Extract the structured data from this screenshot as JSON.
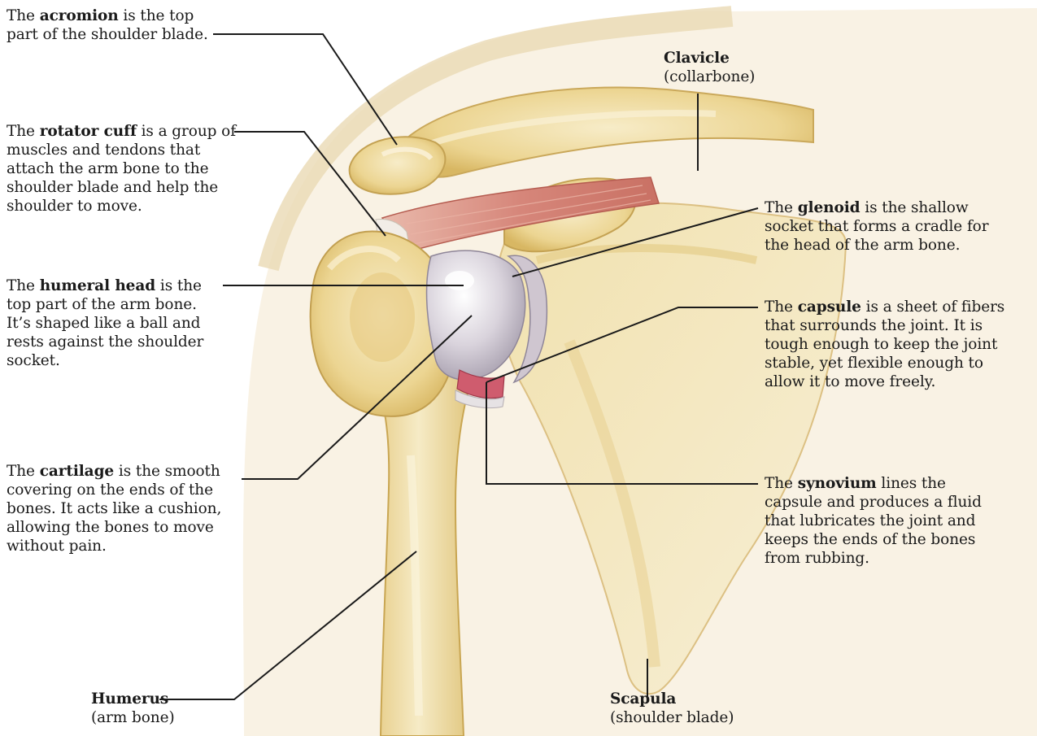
{
  "colors": {
    "bone": "#ecd89c",
    "bone_light": "#f5eac6",
    "bone_shadow": "#c9a955",
    "cartilage": "#d9d4dc",
    "muscle": "#d88a7c",
    "leader": "#1a1a1a"
  },
  "labels": {
    "acromion": {
      "pre": "The ",
      "term": "acromion",
      "text": " is the top part of the shoulder blade."
    },
    "rotator": {
      "pre": "The ",
      "term": "rotator cuff",
      "text": " is a group of muscles and tendons that attach the arm bone to the shoulder blade and help the shoulder to move."
    },
    "humeral": {
      "pre": "The ",
      "term": "humeral head",
      "text": " is the top part of the arm bone. It’s shaped like a ball and rests against the shoulder socket."
    },
    "cartilage": {
      "pre": "The ",
      "term": "cartilage",
      "text": " is the smooth covering on the ends of the bones. It acts like a cushion, allowing the bones to move without pain."
    },
    "humerus": {
      "term": "Humerus",
      "sub": "(arm bone)"
    },
    "clavicle": {
      "term": "Clavicle",
      "sub": "(collarbone)"
    },
    "glenoid": {
      "pre": "The ",
      "term": "glenoid",
      "text": " is the shallow socket that forms a cradle for the head of the arm bone."
    },
    "capsule": {
      "pre": "The ",
      "term": "capsule",
      "text": " is a sheet of fibers that surrounds the joint. It is tough enough to keep the joint stable, yet flexible enough to allow it to move freely."
    },
    "synovium": {
      "pre": "The ",
      "term": "synovium",
      "text": " lines the capsule and produces a fluid that lubricates the joint and keeps the ends of the bones from rubbing."
    },
    "scapula": {
      "term": "Scapula",
      "sub": "(shoulder blade)"
    }
  }
}
